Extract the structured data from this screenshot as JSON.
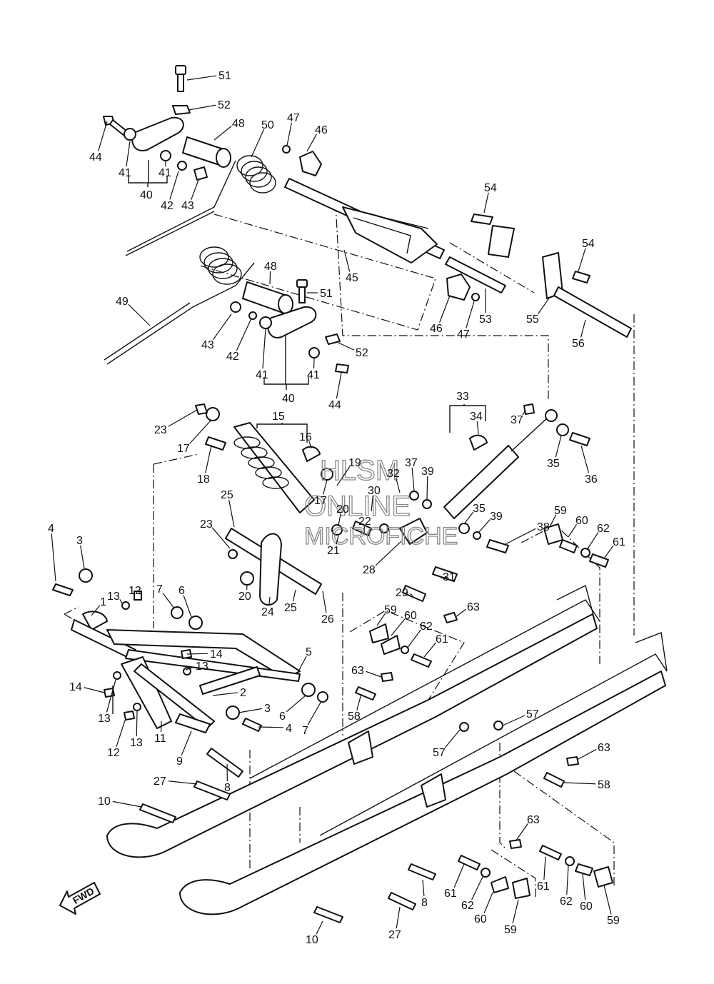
{
  "watermark": {
    "line1": "HLSM",
    "line2": "ONLINE",
    "line3": "MICROFICHE"
  },
  "direction_label": "FWD",
  "callouts": [
    {
      "id": "c-51a",
      "text": "51"
    },
    {
      "id": "c-52a",
      "text": "52"
    },
    {
      "id": "c-44a",
      "text": "44"
    },
    {
      "id": "c-48a",
      "text": "48"
    },
    {
      "id": "c-50",
      "text": "50"
    },
    {
      "id": "c-47a",
      "text": "47"
    },
    {
      "id": "c-46a",
      "text": "46"
    },
    {
      "id": "c-41a",
      "text": "41"
    },
    {
      "id": "c-41b",
      "text": "41"
    },
    {
      "id": "c-40a",
      "text": "40"
    },
    {
      "id": "c-42a",
      "text": "42"
    },
    {
      "id": "c-43a",
      "text": "43"
    },
    {
      "id": "c-54a",
      "text": "54"
    },
    {
      "id": "c-54b",
      "text": "54"
    },
    {
      "id": "c-45",
      "text": "45"
    },
    {
      "id": "c-48b",
      "text": "48"
    },
    {
      "id": "c-51b",
      "text": "51"
    },
    {
      "id": "c-49",
      "text": "49"
    },
    {
      "id": "c-46b",
      "text": "46"
    },
    {
      "id": "c-47b",
      "text": "47"
    },
    {
      "id": "c-53",
      "text": "53"
    },
    {
      "id": "c-55",
      "text": "55"
    },
    {
      "id": "c-56",
      "text": "56"
    },
    {
      "id": "c-43b",
      "text": "43"
    },
    {
      "id": "c-42b",
      "text": "42"
    },
    {
      "id": "c-52b",
      "text": "52"
    },
    {
      "id": "c-41c",
      "text": "41"
    },
    {
      "id": "c-41d",
      "text": "41"
    },
    {
      "id": "c-40b",
      "text": "40"
    },
    {
      "id": "c-44b",
      "text": "44"
    },
    {
      "id": "c-33",
      "text": "33"
    },
    {
      "id": "c-23a",
      "text": "23"
    },
    {
      "id": "c-15",
      "text": "15"
    },
    {
      "id": "c-34",
      "text": "34"
    },
    {
      "id": "c-37a",
      "text": "37"
    },
    {
      "id": "c-17a",
      "text": "17"
    },
    {
      "id": "c-16",
      "text": "16"
    },
    {
      "id": "c-35a",
      "text": "35"
    },
    {
      "id": "c-36",
      "text": "36"
    },
    {
      "id": "c-18",
      "text": "18"
    },
    {
      "id": "c-19",
      "text": "19"
    },
    {
      "id": "c-37b",
      "text": "37"
    },
    {
      "id": "c-32",
      "text": "32"
    },
    {
      "id": "c-39a",
      "text": "39"
    },
    {
      "id": "c-30",
      "text": "30"
    },
    {
      "id": "c-25a",
      "text": "25"
    },
    {
      "id": "c-17b",
      "text": "17"
    },
    {
      "id": "c-20a",
      "text": "20"
    },
    {
      "id": "c-22",
      "text": "22"
    },
    {
      "id": "c-35b",
      "text": "35"
    },
    {
      "id": "c-59a",
      "text": "59"
    },
    {
      "id": "c-4a",
      "text": "4"
    },
    {
      "id": "c-3a",
      "text": "3"
    },
    {
      "id": "c-23b",
      "text": "23"
    },
    {
      "id": "c-39b",
      "text": "39"
    },
    {
      "id": "c-60a",
      "text": "60"
    },
    {
      "id": "c-21",
      "text": "21"
    },
    {
      "id": "c-38",
      "text": "38"
    },
    {
      "id": "c-62a",
      "text": "62"
    },
    {
      "id": "c-61a",
      "text": "61"
    },
    {
      "id": "c-28",
      "text": "28"
    },
    {
      "id": "c-31",
      "text": "31"
    },
    {
      "id": "c-12a",
      "text": "12"
    },
    {
      "id": "c-13a",
      "text": "13"
    },
    {
      "id": "c-20b",
      "text": "20"
    },
    {
      "id": "c-29",
      "text": "29"
    },
    {
      "id": "c-7a",
      "text": "7"
    },
    {
      "id": "c-6a",
      "text": "6"
    },
    {
      "id": "c-24",
      "text": "24"
    },
    {
      "id": "c-25b",
      "text": "25"
    },
    {
      "id": "c-26",
      "text": "26"
    },
    {
      "id": "c-1",
      "text": "1"
    },
    {
      "id": "c-59b",
      "text": "59"
    },
    {
      "id": "c-60b",
      "text": "60"
    },
    {
      "id": "c-63a",
      "text": "63"
    },
    {
      "id": "c-62b",
      "text": "62"
    },
    {
      "id": "c-61b",
      "text": "61"
    },
    {
      "id": "c-5",
      "text": "5"
    },
    {
      "id": "c-14a",
      "text": "14"
    },
    {
      "id": "c-13b",
      "text": "13"
    },
    {
      "id": "c-63b",
      "text": "63"
    },
    {
      "id": "c-14b",
      "text": "14"
    },
    {
      "id": "c-2",
      "text": "2"
    },
    {
      "id": "c-58a",
      "text": "58"
    },
    {
      "id": "c-3b",
      "text": "3"
    },
    {
      "id": "c-13c",
      "text": "13"
    },
    {
      "id": "c-6b",
      "text": "6"
    },
    {
      "id": "c-4b",
      "text": "4"
    },
    {
      "id": "c-7b",
      "text": "7"
    },
    {
      "id": "c-57a",
      "text": "57"
    },
    {
      "id": "c-12b",
      "text": "12"
    },
    {
      "id": "c-13d",
      "text": "13"
    },
    {
      "id": "c-11",
      "text": "11"
    },
    {
      "id": "c-57b",
      "text": "57"
    },
    {
      "id": "c-9",
      "text": "9"
    },
    {
      "id": "c-63c",
      "text": "63"
    },
    {
      "id": "c-27a",
      "text": "27"
    },
    {
      "id": "c-8a",
      "text": "8"
    },
    {
      "id": "c-58b",
      "text": "58"
    },
    {
      "id": "c-10a",
      "text": "10"
    },
    {
      "id": "c-63d",
      "text": "63"
    },
    {
      "id": "c-61c",
      "text": "61"
    },
    {
      "id": "c-62c",
      "text": "62"
    },
    {
      "id": "c-60c",
      "text": "60"
    },
    {
      "id": "c-59c",
      "text": "59"
    },
    {
      "id": "c-8b",
      "text": "8"
    },
    {
      "id": "c-61d",
      "text": "61"
    },
    {
      "id": "c-62d",
      "text": "62"
    },
    {
      "id": "c-60d",
      "text": "60"
    },
    {
      "id": "c-59d",
      "text": "59"
    },
    {
      "id": "c-27b",
      "text": "27"
    },
    {
      "id": "c-10b",
      "text": "10"
    }
  ]
}
